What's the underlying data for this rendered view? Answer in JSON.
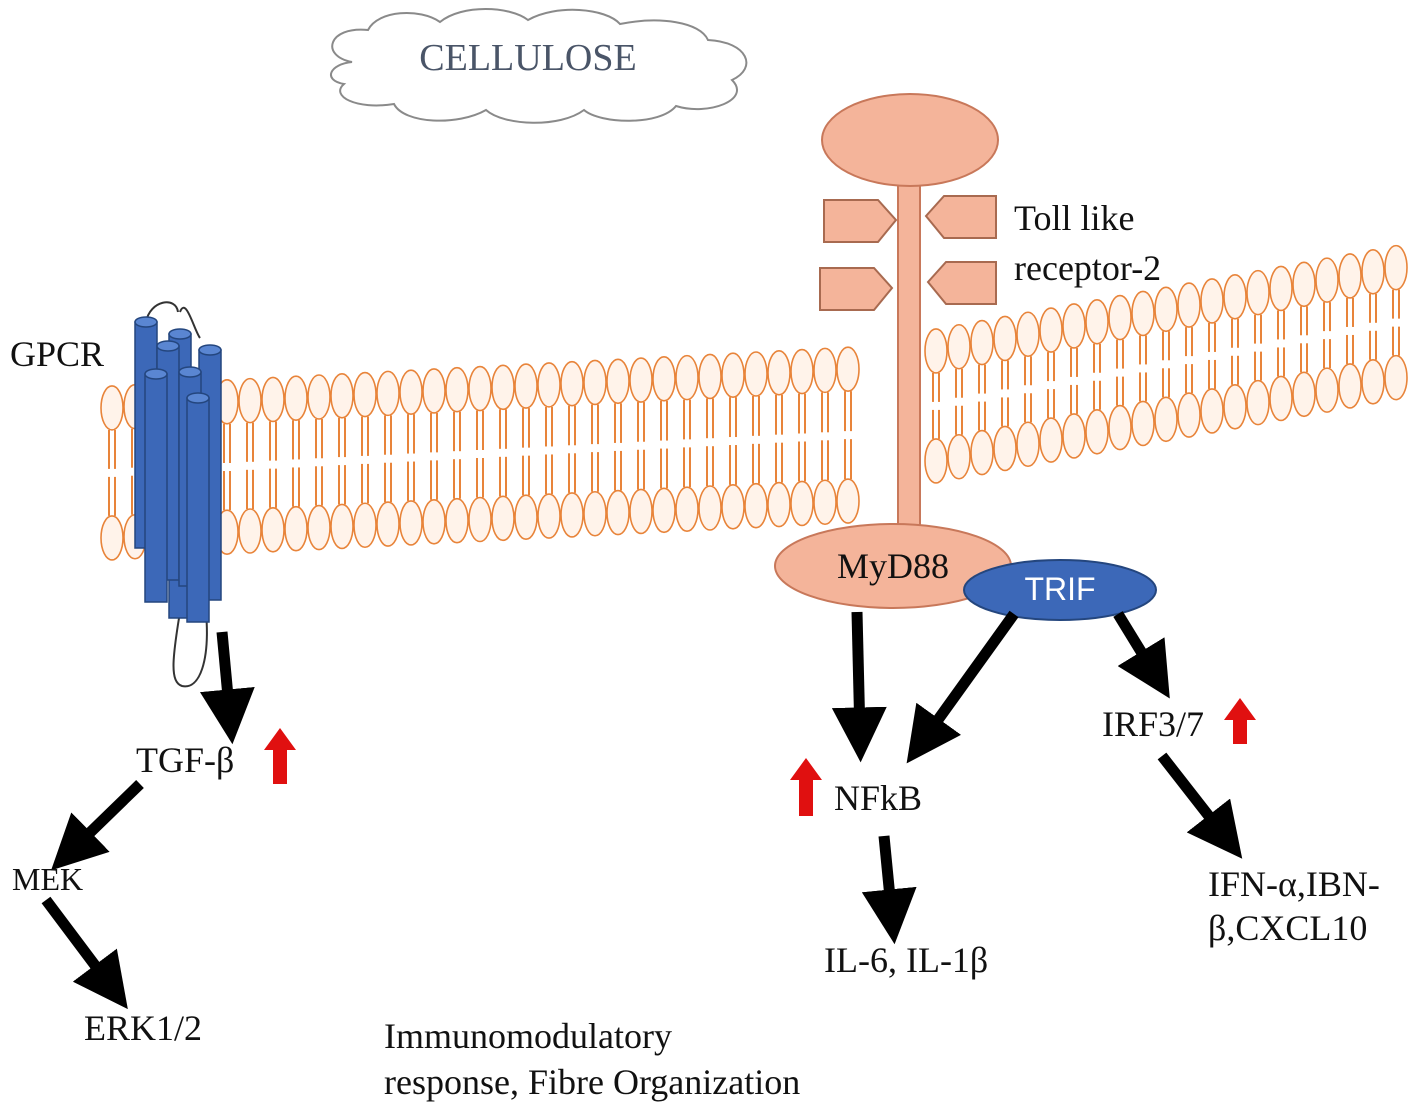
{
  "cloud_label": "CELLULOSE",
  "gpcr_label": "GPCR",
  "tlr2_label_line1": "Toll like",
  "tlr2_label_line2": "receptor-2",
  "myd88_label": "MyD88",
  "trif_label": "TRIF",
  "tgf_label": "TGF-β",
  "mek_label": "MEK",
  "erk_label": "ERK1/2",
  "nfkb_label": "NFkB",
  "il_label": "IL-6, IL-1β",
  "irf_label": "IRF3/7",
  "ifn_label_line1": "IFN-α,IBN-",
  "ifn_label_line2": "β,CXCL10",
  "bottom_text_line1": "Immunomodulatory",
  "bottom_text_line2": "response, Fibre Organization",
  "colors": {
    "membrane_stroke": "#e8843a",
    "membrane_fill": "#fff3ea",
    "receptor_fill": "#f4b49a",
    "receptor_stroke": "#c8785a",
    "gpcr_fill": "#3c68b8",
    "gpcr_stroke": "#24467e",
    "trif_fill": "#3c68b8",
    "arrow_black": "#000000",
    "arrow_up_red": "#e01010"
  }
}
